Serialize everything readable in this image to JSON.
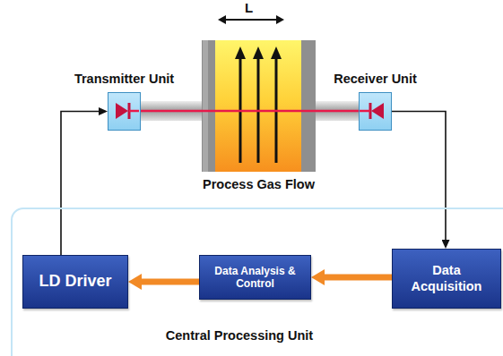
{
  "diagram": {
    "nodes": [
      {
        "text": [
          "Transmitter Unit"
        ]
      },
      {
        "text": [
          "Process Gas Flow"
        ]
      },
      {
        "text": [
          "Receiver Unit"
        ]
      },
      {
        "text": [
          "Central Processing Unit"
        ]
      },
      {
        "text": [
          "LD Driver"
        ],
        "in": 3
      },
      {
        "text": [
          "Data Analysis & Control"
        ],
        "in": 3
      },
      {
        "text": [
          "Data Acquisition"
        ],
        "in": 3
      }
    ],
    "edges": [
      {
        "from": 4,
        "to": 0,
        "arrow": "to"
      },
      {
        "from": 2,
        "to": 6,
        "arrow": "to"
      },
      {
        "from": 6,
        "to": 5,
        "arrow": "to"
      },
      {
        "from": 5,
        "to": 4,
        "arrow": "to"
      }
    ],
    "labels": [
      "L"
    ]
  }
}
